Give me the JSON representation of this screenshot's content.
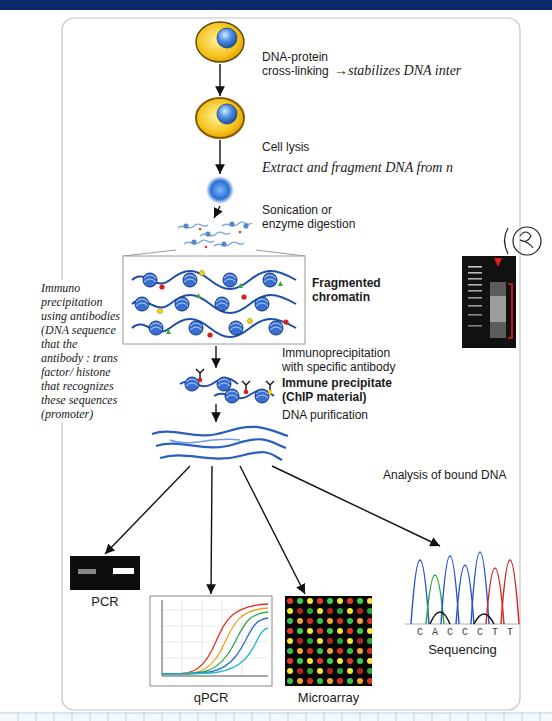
{
  "diagram": {
    "nodes": [
      {
        "text": [
          "DNA-protein cross-linking"
        ]
      },
      {
        "text": [
          "Cell lysis"
        ]
      },
      {
        "text": [
          "Sonication or enzyme digestion"
        ]
      },
      {
        "text": [
          "Fragmented chromatin"
        ]
      },
      {
        "text": [
          "Immune precipitate (ChIP material)"
        ]
      },
      {
        "text": [
          "DNA purification"
        ]
      },
      {
        "text": [
          "PCR"
        ]
      },
      {
        "text": [
          "qPCR"
        ]
      },
      {
        "text": [
          "Microarray"
        ]
      },
      {
        "text": [
          "Sequencing"
        ]
      }
    ],
    "edges": [
      {
        "from": 0,
        "to": 1,
        "arrow": "to"
      },
      {
        "from": 1,
        "to": 2,
        "arrow": "to"
      },
      {
        "from": 2,
        "to": 3,
        "arrow": "to"
      },
      {
        "from": 3,
        "to": 4,
        "arrow": "to",
        "label": "Immunoprecipitation with specific antibody"
      },
      {
        "from": 4,
        "to": 5,
        "arrow": "to"
      },
      {
        "from": 5,
        "to": 6,
        "arrow": "to"
      },
      {
        "from": 5,
        "to": 7,
        "arrow": "to"
      },
      {
        "from": 5,
        "to": 8,
        "arrow": "to"
      },
      {
        "from": 5,
        "to": 9,
        "arrow": "to",
        "label": "Analysis of bound DNA"
      }
    ],
    "labels": [
      "→stabilizes DNA inter",
      "Extract and fragment DNA from n",
      "Immuno precipitation using antibodies (DNA sequence that the antibody : trans factor/ histone that recognizes these sequences (promoter)",
      "CACCCTT"
    ]
  }
}
